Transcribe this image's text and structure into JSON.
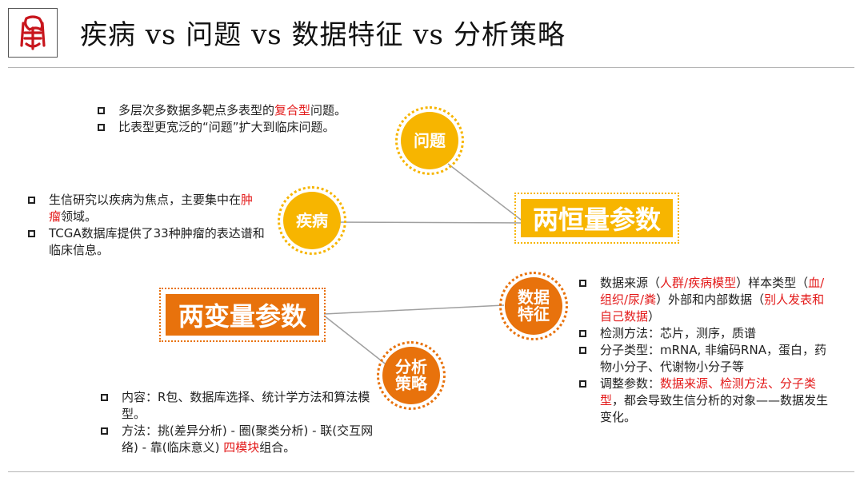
{
  "header": {
    "title": "疾病 vs 问题 vs 数据特征 vs 分析策略",
    "logo_icon": "red-seal-logo",
    "logo_color": "#c8161d"
  },
  "constants_badge": {
    "label": "两恒量参数",
    "color": "#f7b500"
  },
  "variables_badge": {
    "label": "两变量参数",
    "color": "#e8720c"
  },
  "circles": {
    "problem": {
      "label": "问题",
      "color": "#f7b500"
    },
    "disease": {
      "label": "疾病",
      "color": "#f7b500"
    },
    "data": {
      "line1": "数据",
      "line2": "特征",
      "color": "#e8720c"
    },
    "strategy": {
      "line1": "分析",
      "line2": "策略",
      "color": "#e8720c"
    }
  },
  "problem_notes": [
    {
      "before": "多层次多数据多靶点多表型的",
      "highlight": "复合型",
      "after": "问题。"
    },
    {
      "text": "比表型更宽泛的“问题”扩大到临床问题。"
    }
  ],
  "disease_notes": [
    {
      "before": "生信研究以疾病为焦点，主要集中在",
      "highlight": "肿瘤",
      "after": "领域。"
    },
    {
      "text": "TCGA数据库提供了33种肿瘤的表达谱和临床信息。"
    }
  ],
  "data_notes": [
    {
      "a": "数据来源（",
      "h1": "人群/疾病模型",
      "b": "）样本类型（",
      "h2": "血/组织/尿/粪",
      "c": "）外部和内部数据（",
      "h3": "别人发表和自己数据",
      "d": "）"
    },
    {
      "text": "检测方法：芯片，测序，质谱"
    },
    {
      "text": "分子类型：mRNA, 非编码RNA，蛋白，药物小分子、代谢物小分子等"
    },
    {
      "before": "调整参数：",
      "highlight": "数据来源、检测方法、分子类型",
      "after": "，都会导致生信分析的对象——数据发生变化。"
    }
  ],
  "strategy_notes": [
    {
      "text": "内容：R包、数据库选择、统计学方法和算法模型。"
    },
    {
      "before": "方法：挑(差异分析) - 圈(聚类分析) - 联(交互网络) - 靠(临床意义) ",
      "highlight": "四模块",
      "after": "组合。"
    }
  ],
  "colors": {
    "highlight": "#e31b1b",
    "connector": "#a0a0a0",
    "text": "#222222"
  }
}
